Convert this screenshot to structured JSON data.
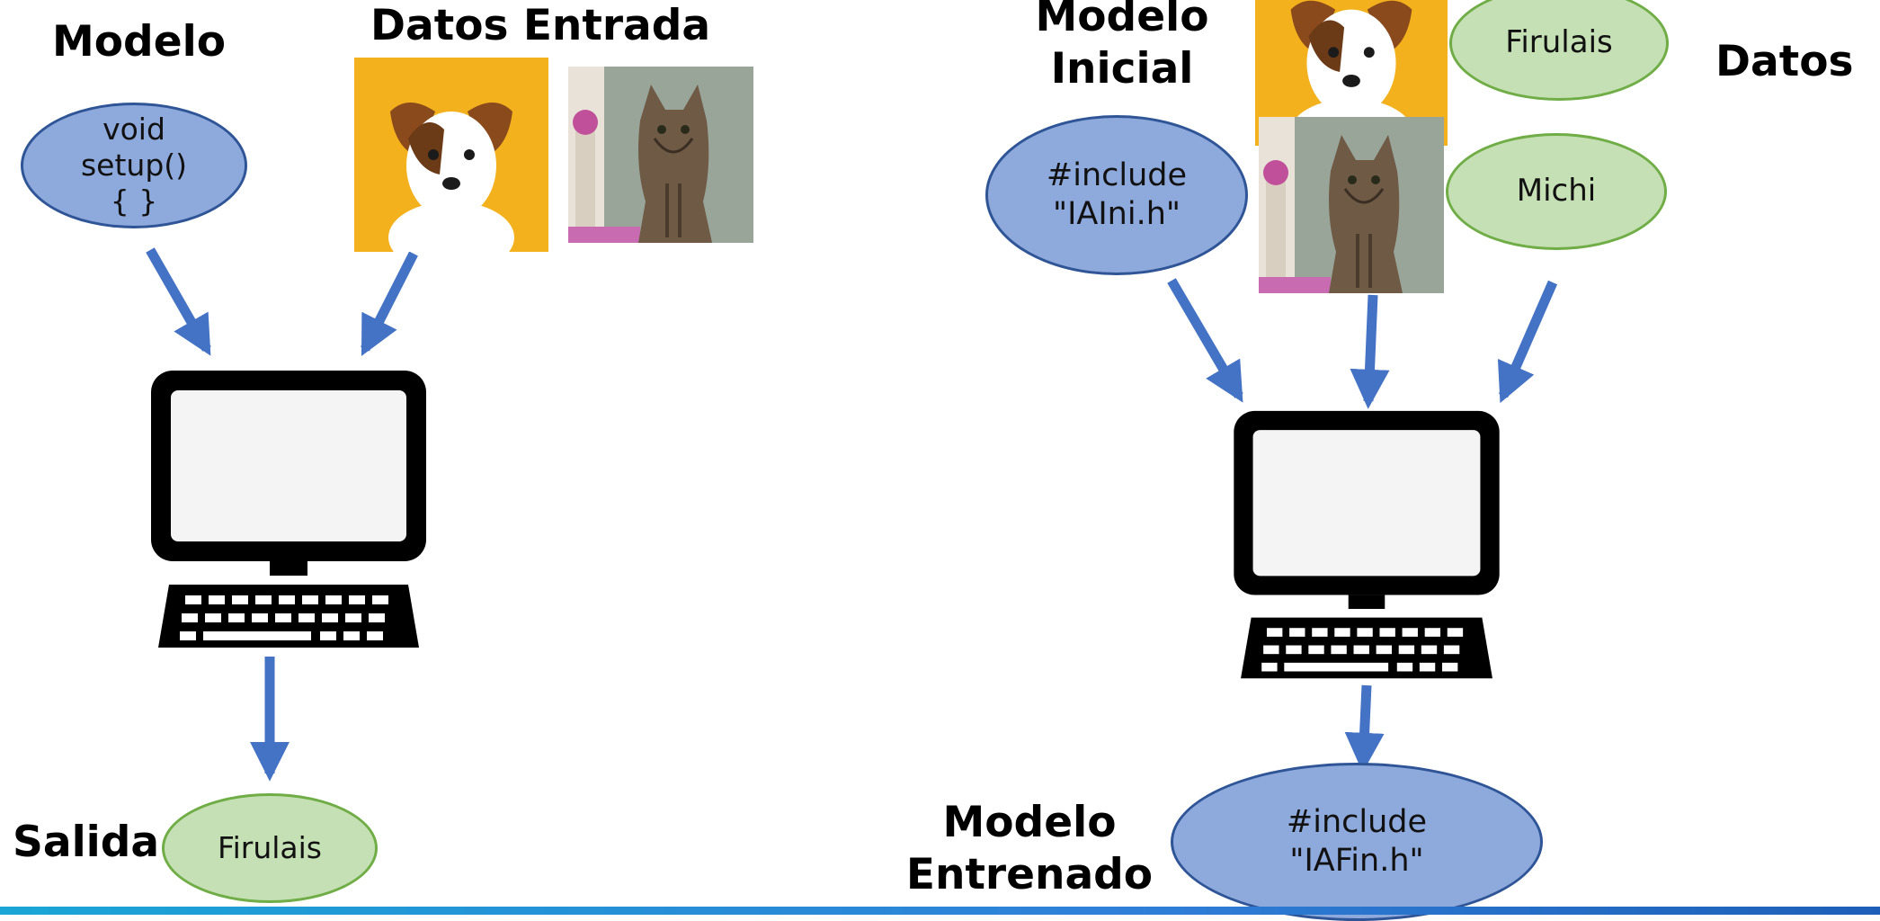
{
  "left": {
    "model_label": "Modelo",
    "input_label": "Datos Entrada",
    "model_code": "void\nsetup()\n{ }",
    "output_label": "Salida",
    "output_value": "Firulais"
  },
  "right": {
    "initial_model_label": "Modelo\nInicial",
    "data_label": "Datos",
    "initial_code": "#include\n\"IAIni.h\"",
    "label_dog": "Firulais",
    "label_cat": "Michi",
    "trained_model_label": "Modelo\nEntrenado",
    "trained_code": "#include\n\"IAFin.h\""
  },
  "colors": {
    "arrow": "#4472c4",
    "model_fill": "#8ea9db",
    "model_border": "#2f5597",
    "label_fill": "#c5e0b4",
    "label_border": "#70ad47",
    "footer_band": "#1aa5d6"
  },
  "icons": {
    "computer": "desktop-computer-icon",
    "dog_photo": "dog-photo",
    "cat_photo": "cat-photo"
  }
}
